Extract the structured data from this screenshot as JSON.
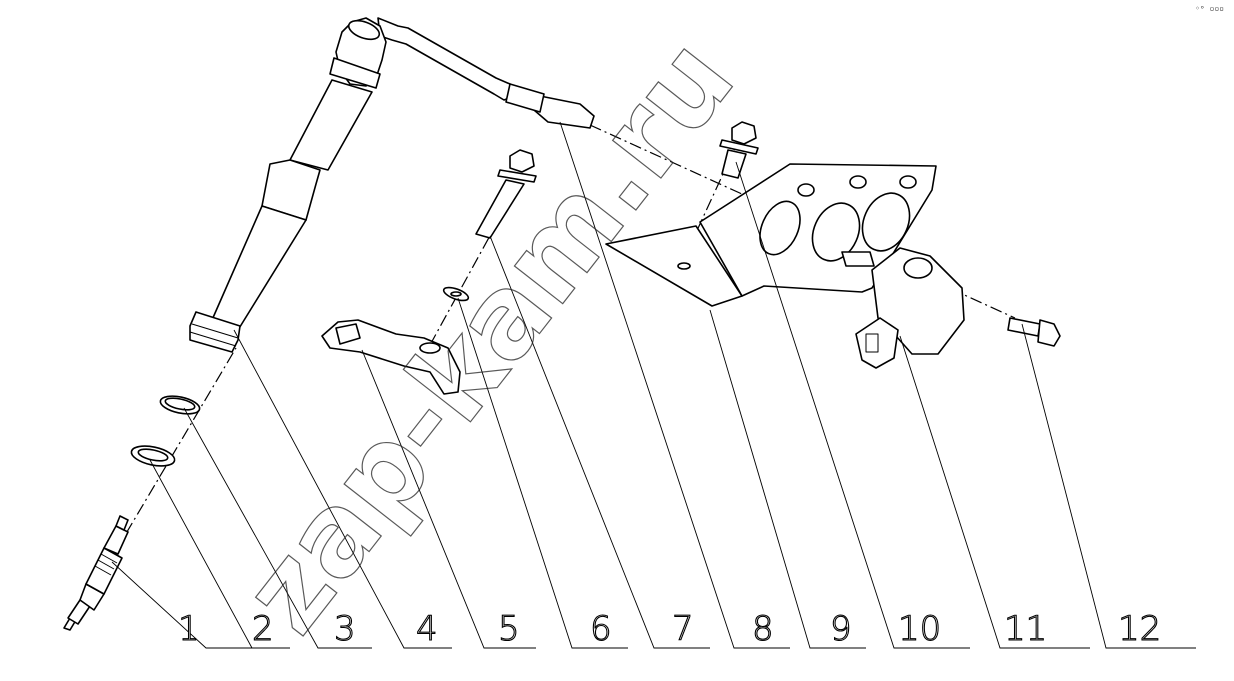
{
  "watermark": "zap-kam.ru",
  "corner_mark": "◦ᵒ ▫▫▫",
  "callouts": [
    {
      "number": "1"
    },
    {
      "number": "2"
    },
    {
      "number": "3"
    },
    {
      "number": "4"
    },
    {
      "number": "5"
    },
    {
      "number": "6"
    },
    {
      "number": "7"
    },
    {
      "number": "8"
    },
    {
      "number": "9"
    },
    {
      "number": "10"
    },
    {
      "number": "11"
    },
    {
      "number": "12"
    }
  ]
}
